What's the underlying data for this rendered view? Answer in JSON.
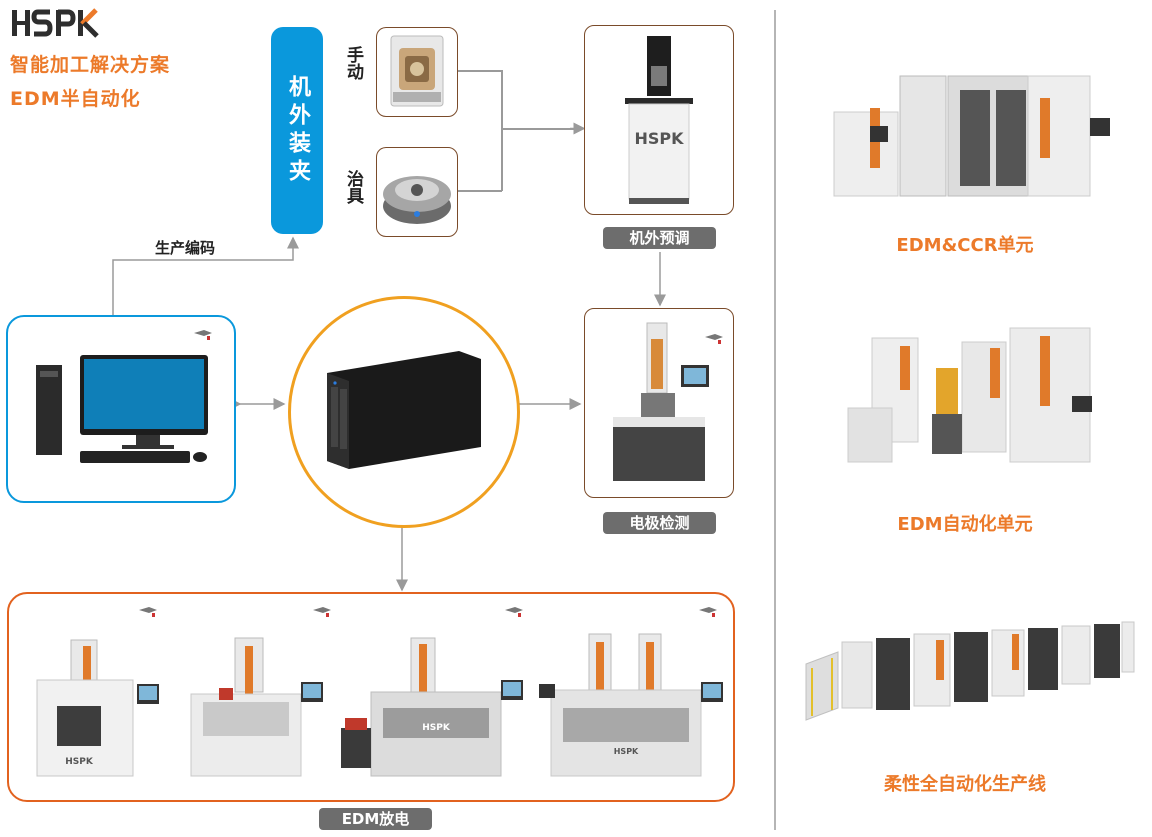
{
  "header": {
    "logo_text": "HSPK",
    "subtitle_line1": "智能加工解决方案",
    "subtitle_line2": "EDM半自动化"
  },
  "fixture": {
    "label": "机外装夹",
    "manual_label": "手动",
    "jig_label": "治具"
  },
  "stations": {
    "presetting_label": "机外预调",
    "inspection_label": "电极检测",
    "edm_label": "EDM放电",
    "production_code_label": "生产编码"
  },
  "solutions": {
    "unit1_label": "EDM&CCR单元",
    "unit2_label": "EDM自动化单元",
    "unit3_label": "柔性全自动化生产线"
  },
  "colors": {
    "accent_orange": "#ec7a2a",
    "blue": "#0a98dc",
    "box_border_brown": "#7a4b2a",
    "edm_border": "#e2621f",
    "nas_circle": "#f0a020",
    "tag_grey": "#6d6d6d"
  }
}
